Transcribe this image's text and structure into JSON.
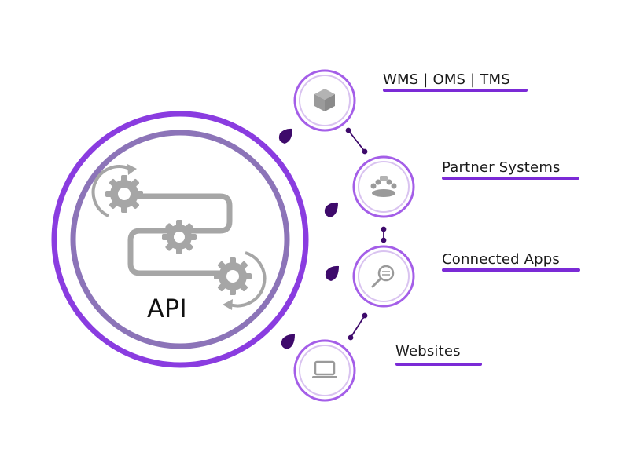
{
  "api": {
    "label": "API"
  },
  "nodes": [
    {
      "id": "wms",
      "label": "WMS | OMS | TMS",
      "icon": "package-box-icon"
    },
    {
      "id": "partners",
      "label": "Partner Systems",
      "icon": "people-group-icon"
    },
    {
      "id": "apps",
      "label": "Connected Apps",
      "icon": "magnifier-document-icon"
    },
    {
      "id": "websites",
      "label": "Websites",
      "icon": "laptop-icon"
    }
  ],
  "colors": {
    "outer_ring": "#8a3ce0",
    "inner_ring": "#8c74b8",
    "node_ring": "#a45ee8",
    "node_ring_inner": "#d9c3f0",
    "underline": "#7b2ad6",
    "dot": "#3e0a6b",
    "gear": "#a6a6a6"
  }
}
